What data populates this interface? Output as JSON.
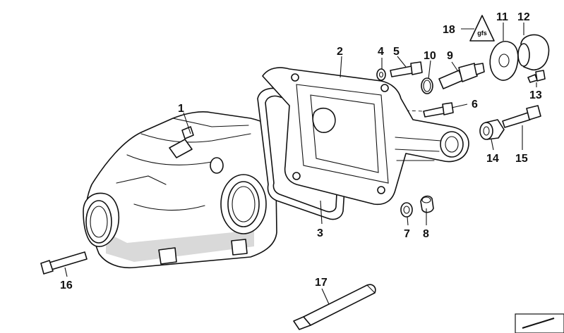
{
  "diagram": {
    "callouts": [
      {
        "id": "c1",
        "label": "1"
      },
      {
        "id": "c2",
        "label": "2"
      },
      {
        "id": "c3",
        "label": "3"
      },
      {
        "id": "c4",
        "label": "4"
      },
      {
        "id": "c5",
        "label": "5"
      },
      {
        "id": "c6",
        "label": "6"
      },
      {
        "id": "c7",
        "label": "7"
      },
      {
        "id": "c8",
        "label": "8"
      },
      {
        "id": "c9",
        "label": "9"
      },
      {
        "id": "c10",
        "label": "10"
      },
      {
        "id": "c11",
        "label": "11"
      },
      {
        "id": "c12",
        "label": "12"
      },
      {
        "id": "c13",
        "label": "13"
      },
      {
        "id": "c14",
        "label": "14"
      },
      {
        "id": "c15",
        "label": "15"
      },
      {
        "id": "c16",
        "label": "16"
      },
      {
        "id": "c17",
        "label": "17"
      },
      {
        "id": "c18",
        "label": "18"
      }
    ],
    "warning_symbol_text": "gfs"
  }
}
